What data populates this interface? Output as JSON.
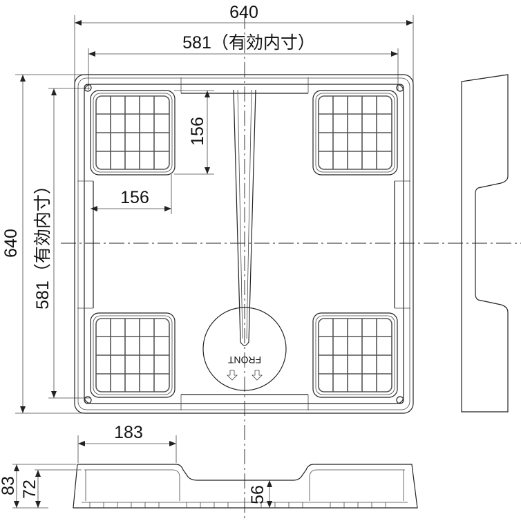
{
  "dimensions": {
    "overall_width": "640",
    "inner_width": "581（有効内寸）",
    "overall_depth": "640",
    "inner_depth": "581（有効内寸）",
    "pad_height": "156",
    "pad_width": "156",
    "side_width": "183",
    "total_height": "83",
    "rim_height": "72",
    "center_height": "56"
  },
  "labels": {
    "front": "FRONT"
  },
  "colors": {
    "line": "#222222",
    "background": "#ffffff"
  }
}
